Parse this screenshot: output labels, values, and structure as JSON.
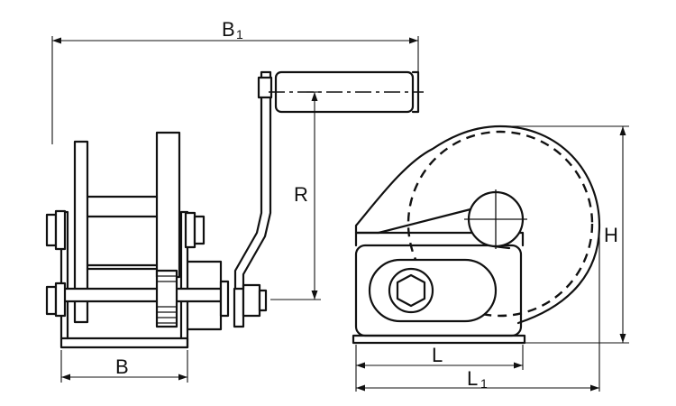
{
  "diagram": {
    "labels": {
      "b1": "B",
      "b1_sub": "1",
      "b": "B",
      "r": "R",
      "h": "H",
      "l": "L",
      "l1": "L",
      "l1_sub": "1"
    },
    "colors": {
      "line": "#111111",
      "background": "#ffffff"
    }
  }
}
